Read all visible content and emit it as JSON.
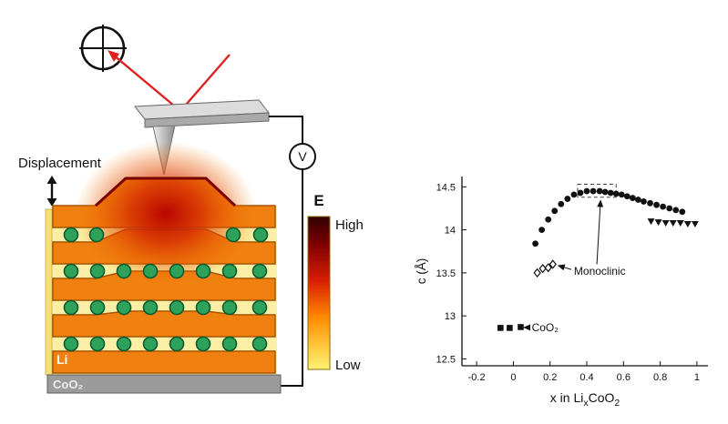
{
  "diagram": {
    "labels": {
      "displacement": "Displacement",
      "field": "E",
      "high": "High",
      "low": "Low",
      "li": "Li",
      "coo2": "CoO₂",
      "voltmeter": "V"
    },
    "colors": {
      "layer_orange": "#F08010",
      "layer_edge": "#A85400",
      "hot_red": "#B80000",
      "ion_green": "#2EA15B",
      "ion_edge": "#0B5C32",
      "substrate_gray": "#9B9B9B",
      "laser_red": "#E02020",
      "colorbar_top": "#300000",
      "colorbar_bottom": "#FFF176"
    }
  },
  "chart_data": {
    "type": "scatter",
    "title": "",
    "ylabel": "c (Å)",
    "xlabel_parts": [
      {
        "t": "x in Li"
      },
      {
        "t": "x",
        "sub": true
      },
      {
        "t": "CoO"
      },
      {
        "t": "2",
        "sub": true
      }
    ],
    "xlim": [
      -0.28,
      1.06
    ],
    "ylim": [
      12.42,
      14.62
    ],
    "grid": false,
    "legend": "none",
    "xticks": [
      {
        "v": -0.2,
        "label": "-0.2"
      },
      {
        "v": 0,
        "label": "0"
      },
      {
        "v": 0.2,
        "label": "0.2"
      },
      {
        "v": 0.4,
        "label": "0.4"
      },
      {
        "v": 0.6,
        "label": "0.6"
      },
      {
        "v": 0.8,
        "label": "0.8"
      },
      {
        "v": 1,
        "label": "1"
      }
    ],
    "yticks": [
      {
        "v": 12.5,
        "label": "12.5"
      },
      {
        "v": 13,
        "label": "13"
      },
      {
        "v": 13.5,
        "label": "13.5"
      },
      {
        "v": 14,
        "label": "14"
      },
      {
        "v": 14.5,
        "label": "14.5"
      }
    ],
    "series": [
      {
        "name": "filled-circles",
        "marker": "circle",
        "points": [
          [
            0.12,
            13.84
          ],
          [
            0.155,
            14.0
          ],
          [
            0.19,
            14.12
          ],
          [
            0.225,
            14.22
          ],
          [
            0.26,
            14.3
          ],
          [
            0.295,
            14.36
          ],
          [
            0.33,
            14.41
          ],
          [
            0.365,
            14.43
          ],
          [
            0.4,
            14.45
          ],
          [
            0.435,
            14.45
          ],
          [
            0.47,
            14.45
          ],
          [
            0.5,
            14.44
          ],
          [
            0.53,
            14.43
          ],
          [
            0.56,
            14.42
          ],
          [
            0.59,
            14.41
          ],
          [
            0.62,
            14.39
          ],
          [
            0.65,
            14.37
          ],
          [
            0.68,
            14.35
          ],
          [
            0.71,
            14.33
          ],
          [
            0.745,
            14.31
          ],
          [
            0.78,
            14.29
          ],
          [
            0.815,
            14.27
          ],
          [
            0.85,
            14.25
          ],
          [
            0.885,
            14.23
          ],
          [
            0.92,
            14.21
          ]
        ]
      },
      {
        "name": "open-diamonds-monoclinic",
        "marker": "diamond",
        "points": [
          [
            0.13,
            13.5
          ],
          [
            0.16,
            13.55
          ],
          [
            0.19,
            13.56
          ],
          [
            0.215,
            13.6
          ]
        ]
      },
      {
        "name": "filled-squares-coo2",
        "marker": "square",
        "points": [
          [
            -0.07,
            12.86
          ],
          [
            -0.02,
            12.86
          ],
          [
            0.04,
            12.87
          ]
        ]
      },
      {
        "name": "filled-triangles",
        "marker": "triangle-down",
        "points": [
          [
            0.75,
            14.1
          ],
          [
            0.79,
            14.09
          ],
          [
            0.83,
            14.08
          ],
          [
            0.87,
            14.08
          ],
          [
            0.91,
            14.08
          ],
          [
            0.95,
            14.07
          ],
          [
            0.99,
            14.07
          ]
        ]
      }
    ],
    "dashed_box": {
      "x0": 0.35,
      "x1": 0.56,
      "y0": 14.38,
      "y1": 14.53
    },
    "annotations": [
      {
        "text": "Monoclinic",
        "x": 0.33,
        "y": 13.48,
        "arrows": [
          {
            "x1": 0.315,
            "y1": 13.54,
            "x2": 0.245,
            "y2": 13.585
          },
          {
            "x1": 0.455,
            "y1": 13.6,
            "x2": 0.475,
            "y2": 14.34
          }
        ]
      },
      {
        "text": "CoO₂",
        "x": 0.1,
        "y": 12.82,
        "arrows": [
          {
            "x1": 0.088,
            "y1": 12.865,
            "x2": 0.058,
            "y2": 12.865
          }
        ]
      }
    ]
  }
}
